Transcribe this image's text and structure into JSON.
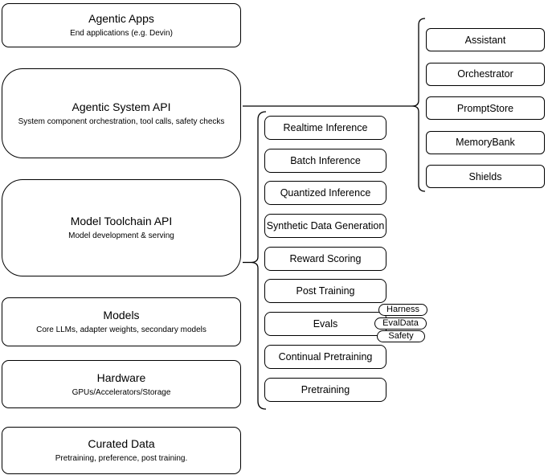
{
  "diagram": {
    "colors": {
      "line": "#000000",
      "border": "#000000",
      "node_fill": "#ffffff",
      "text": "#000000"
    },
    "left_column": {
      "boxes": [
        {
          "title": "Agentic Apps",
          "subtitle": "End applications (e.g. Devin)"
        },
        {
          "title": "Agentic System API",
          "subtitle": "System component orchestration, tool calls, safety checks"
        },
        {
          "title": "Model Toolchain API",
          "subtitle": "Model development & serving"
        },
        {
          "title": "Models",
          "subtitle": "Core LLMs, adapter weights, secondary models"
        },
        {
          "title": "Hardware",
          "subtitle": "GPUs/Accelerators/Storage"
        },
        {
          "title": "Curated Data",
          "subtitle": "Pretraining, preference, post training."
        }
      ]
    },
    "middle_column": {
      "boxes": [
        "Realtime Inference",
        "Batch Inference",
        "Quantized Inference",
        "Synthetic Data Generation",
        "Reward Scoring",
        "Post Training",
        "Evals",
        "Continual Pretraining",
        "Pretraining"
      ]
    },
    "eval_tags": [
      "Harness",
      "EvalData",
      "Safety"
    ],
    "right_column": {
      "boxes": [
        "Assistant",
        "Orchestrator",
        "PromptStore",
        "MemoryBank",
        "Shields"
      ]
    }
  }
}
